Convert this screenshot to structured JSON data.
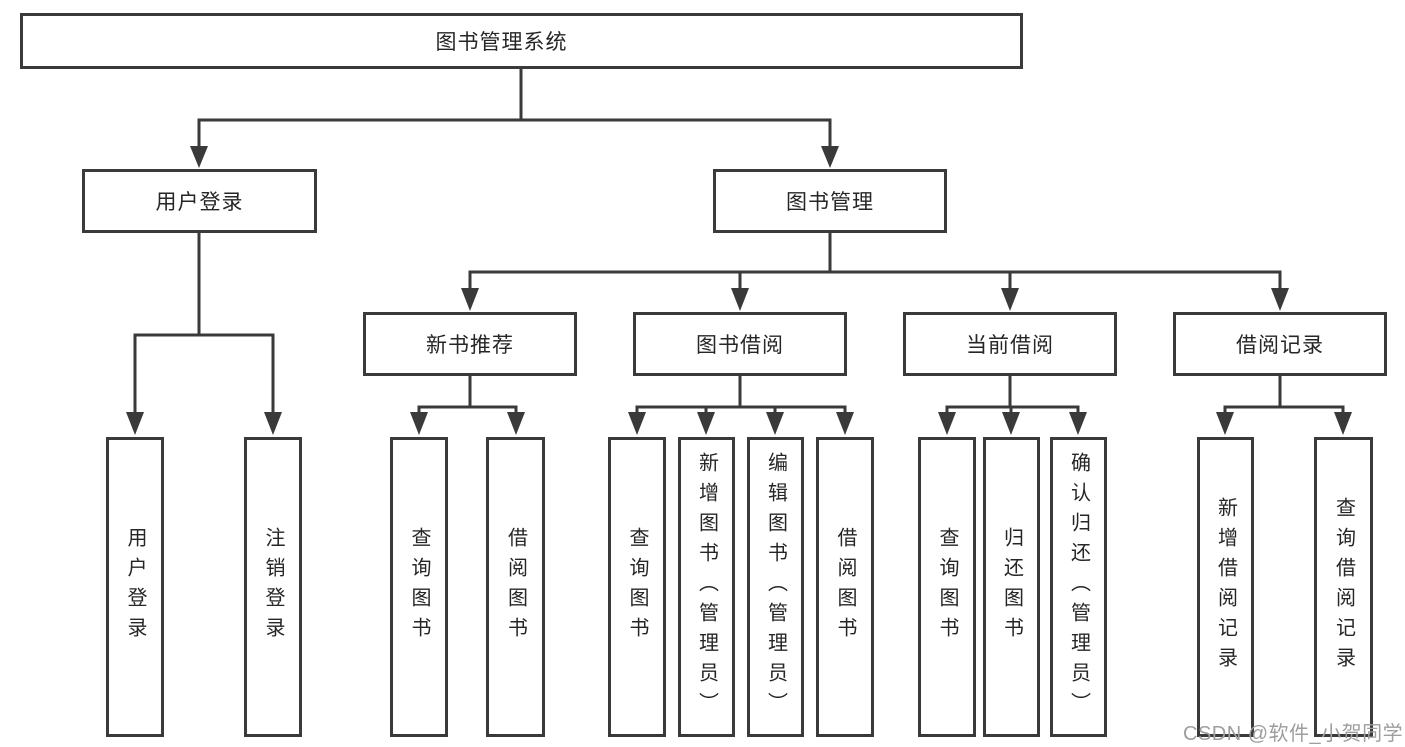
{
  "colors": {
    "line": "#3a3a3a",
    "text": "#262626",
    "background": "#ffffff",
    "watermark": "#9e9e9e"
  },
  "tree": {
    "root": {
      "label": "图书管理系统",
      "children": [
        {
          "label": "用户登录",
          "children": [
            {
              "label": "用户登录"
            },
            {
              "label": "注销登录"
            }
          ]
        },
        {
          "label": "图书管理",
          "children": [
            {
              "label": "新书推荐",
              "children": [
                {
                  "label": "查询图书"
                },
                {
                  "label": "借阅图书"
                }
              ]
            },
            {
              "label": "图书借阅",
              "children": [
                {
                  "label": "查询图书"
                },
                {
                  "label": "新增图书（管理员）"
                },
                {
                  "label": "编辑图书（管理员）"
                },
                {
                  "label": "借阅图书"
                }
              ]
            },
            {
              "label": "当前借阅",
              "children": [
                {
                  "label": "查询图书"
                },
                {
                  "label": "归还图书"
                },
                {
                  "label": "确认归还（管理员）"
                }
              ]
            },
            {
              "label": "借阅记录",
              "children": [
                {
                  "label": "新增借阅记录"
                },
                {
                  "label": "查询借阅记录"
                }
              ]
            }
          ]
        }
      ]
    }
  },
  "watermark": {
    "text": "CSDN @软件_小贺同学"
  }
}
